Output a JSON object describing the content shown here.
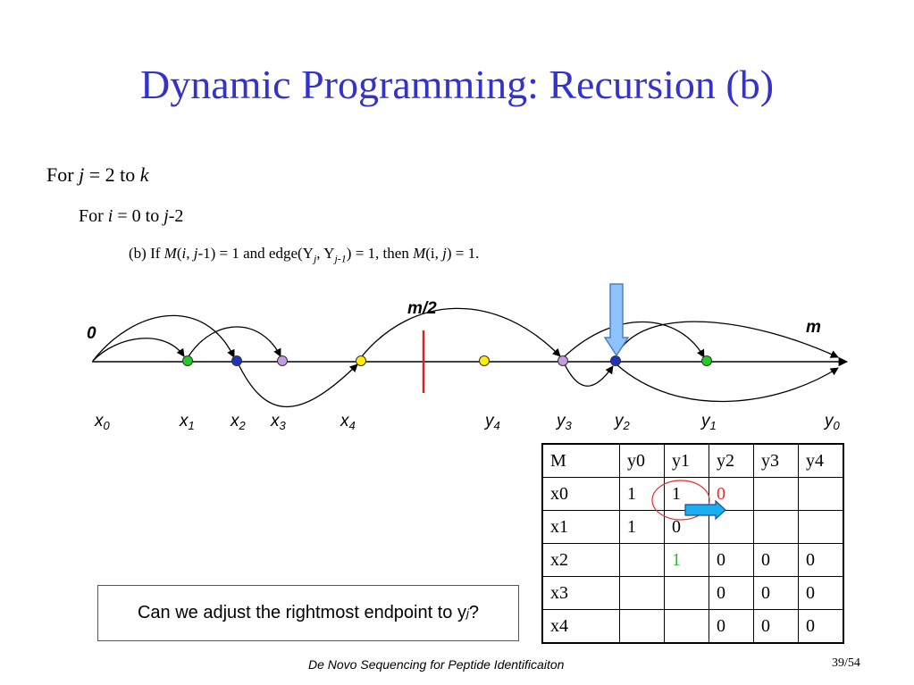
{
  "slide": {
    "title": "Dynamic Programming: Recursion (b)",
    "line1": {
      "a": "For ",
      "b": "j",
      "c": " = 2 to ",
      "d": "k"
    },
    "line2": {
      "a": "For ",
      "b": "i",
      "c": " = 0 to ",
      "d": "j",
      "e": "-2"
    },
    "line3": {
      "t1": "(b) If ",
      "t2": "M",
      "t3": "(",
      "t4": "i",
      "t5": ", ",
      "t6": "j",
      "t7": "-1) = 1 and edge(Y",
      "t8": "j",
      "t9": ", Y",
      "t10": "j-1",
      "t11": ")   = 1, then ",
      "t12": "M",
      "t13": "(i, ",
      "t14": "j",
      "t15": ") = 1."
    },
    "footer": "De Novo Sequencing for Peptide Identificaiton",
    "page": "39/54",
    "question": {
      "text": "Can we adjust the rightmost endpoint to y",
      "sub": "j",
      "end": "?"
    }
  },
  "diagram": {
    "label_zero": "0",
    "label_mid": "m/2",
    "label_m": "m",
    "points": [
      {
        "id": "x1",
        "label": "x",
        "sub": "1",
        "color": "#22cc22"
      },
      {
        "id": "x2",
        "label": "x",
        "sub": "2",
        "color": "#2233bb"
      },
      {
        "id": "x3",
        "label": "x",
        "sub": "3",
        "color": "#c39be0"
      },
      {
        "id": "x4",
        "label": "x",
        "sub": "4",
        "color": "#ffee00"
      },
      {
        "id": "y4",
        "label": "y",
        "sub": "4",
        "color": "#ffee00"
      },
      {
        "id": "y3",
        "label": "y",
        "sub": "3",
        "color": "#c39be0"
      },
      {
        "id": "y2",
        "label": "y",
        "sub": "2",
        "color": "#2233bb"
      },
      {
        "id": "y1",
        "label": "y",
        "sub": "1",
        "color": "#22cc22"
      }
    ],
    "axis_labels": {
      "x0": {
        "label": "x",
        "sub": "0"
      },
      "y0": {
        "label": "y",
        "sub": "0"
      }
    },
    "marker_color": "#dd2222",
    "arrow_color": "#8fc3ff"
  },
  "table": {
    "headers": [
      "M",
      "y0",
      "y1",
      "y2",
      "y3",
      "y4"
    ],
    "rows": [
      [
        "x0",
        "1",
        "1",
        "0",
        "",
        ""
      ],
      [
        "x1",
        "1",
        "0",
        "",
        "",
        ""
      ],
      [
        "x2",
        "",
        "1",
        "0",
        "0",
        "0"
      ],
      [
        "x3",
        "",
        "",
        "0",
        "0",
        "0"
      ],
      [
        "x4",
        "",
        "",
        "0",
        "0",
        "0"
      ]
    ],
    "highlight_red": "#e53030",
    "highlight_green": "#22bb22"
  }
}
